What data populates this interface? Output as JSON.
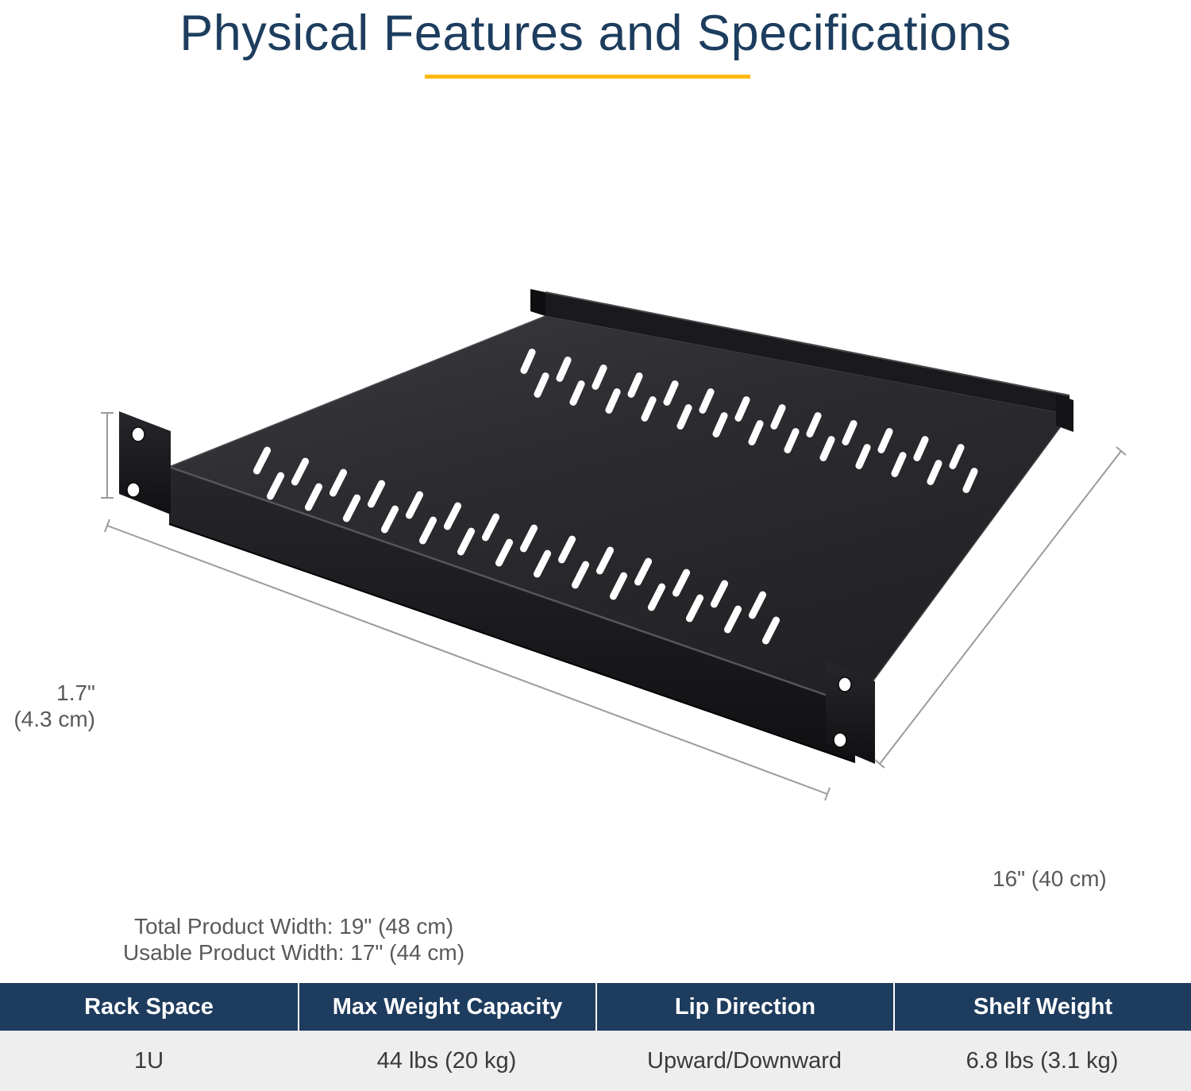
{
  "page": {
    "title": "Physical Features and Specifications"
  },
  "colors": {
    "accent_yellow": "#FDB813",
    "heading_navy": "#1D3D5E",
    "table_header_navy": "#1E3C5E",
    "table_row_gray": "#EEEEEF",
    "shelf_black": "#2C2C30"
  },
  "diagram": {
    "height_label_line1": "1.7\"",
    "height_label_line2": "(4.3 cm)",
    "width_label_line1": "Total Product Width: 19\" (48 cm)",
    "width_label_line2": "Usable Product Width: 17\" (44 cm)",
    "depth_label": "16\" (40 cm)"
  },
  "spec_table": {
    "headers": [
      "Rack Space",
      "Max Weight Capacity",
      "Lip Direction",
      "Shelf Weight"
    ],
    "values": [
      "1U",
      "44 lbs (20 kg)",
      "Upward/Downward",
      "6.8 lbs (3.1 kg)"
    ]
  }
}
